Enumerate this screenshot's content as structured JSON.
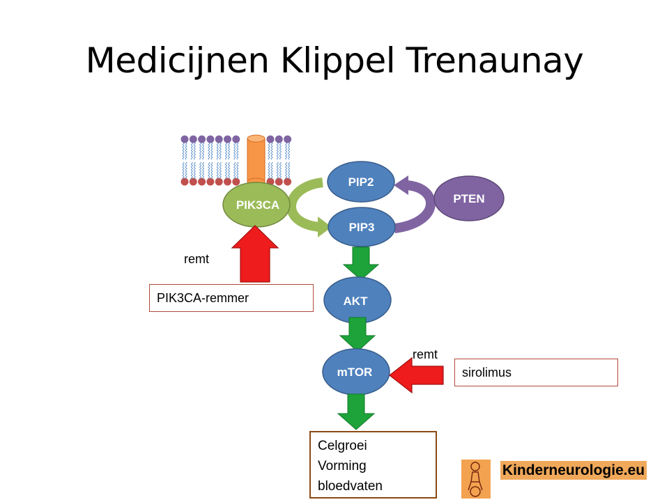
{
  "title": "Medicijnen Klippel Trenaunay",
  "nodes": {
    "pik3ca": "PIK3CA",
    "pip2": "PIP2",
    "pip3": "PIP3",
    "pten": "PTEN",
    "akt": "AKT",
    "mtor": "mTOR"
  },
  "inhibitors": {
    "left_label": "remt",
    "left_drug": "PIK3CA-remmer",
    "right_label": "remt",
    "right_drug": "sirolimus"
  },
  "outcome": [
    "Celgroei",
    "Vorming",
    "bloedvaten"
  ],
  "logo": {
    "text": "Kinderneurologie.eu",
    "icon": "child-wheelchair-icon"
  },
  "colors": {
    "green_node": "#9bbb59",
    "blue_node": "#4f81bd",
    "purple_node": "#8064a2",
    "flow_arrow": "#1ea33a",
    "inhibit_arrow": "#ee1c1c",
    "receptor": "#f79646"
  }
}
